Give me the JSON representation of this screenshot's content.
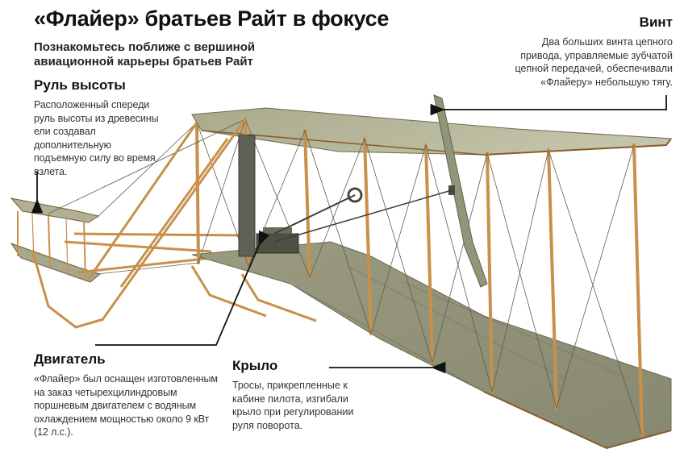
{
  "title": "«Флайер» братьев Райт в фокусе",
  "subtitle": "Познакомьтесь поближе с вершиной авиационной карьеры братьев Райт",
  "callouts": {
    "elevator": {
      "heading": "Руль высоты",
      "text": "Расположенный спереди руль высоты из древесины ели создавал дополнительную подъемную силу во время взлета."
    },
    "propeller": {
      "heading": "Винт",
      "text": "Два больших винта цепного привода, управляемые зубчатой цепной передачей, обеспечивали «Флайеру» небольшую тягу."
    },
    "engine": {
      "heading": "Двигатель",
      "text": "«Флайер» был оснащен изготовленным на заказ четырехцилиндровым поршневым двигателем с водяным охлаждением мощностью около 9 кВт (12 л.с.)."
    },
    "wing": {
      "heading": "Крыло",
      "text": "Тросы, прикрепленные к кабине пилота, изгибали крыло при регулировании руля поворота."
    }
  },
  "colors": {
    "canvas": "#b6b69c",
    "canvas_dark": "#8f9077",
    "wood": "#c8904a",
    "wood_dark": "#8a5a2a",
    "wire": "#5d5d50",
    "pointer": "#111111"
  },
  "icons": {
    "pointer_arrow": "arrow-pointer-icon"
  }
}
